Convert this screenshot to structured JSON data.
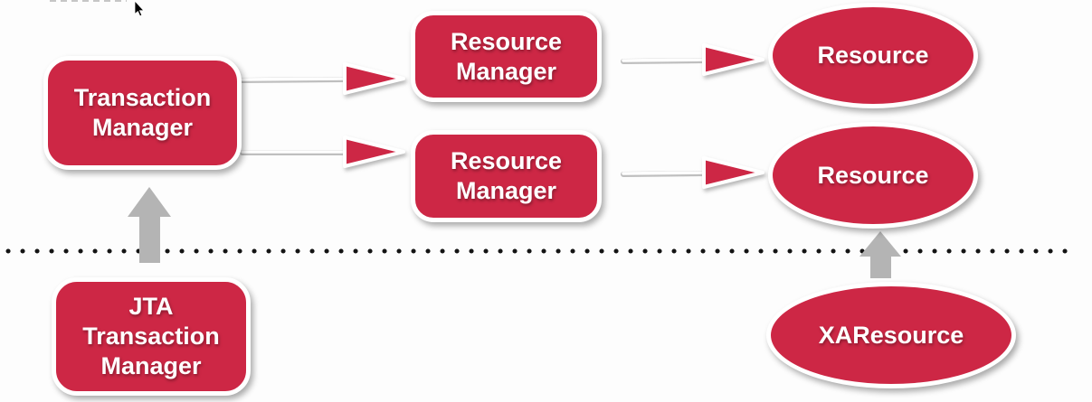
{
  "diagram": {
    "colors": {
      "node_red": "#CD2745",
      "node_border": "#ffffff",
      "arrow_gray": "#b4b4b4",
      "dot_black": "#141414",
      "label_white": "#ffffff"
    },
    "nodes": [
      {
        "id": "transaction-manager",
        "shape": "rounded-rect",
        "label": "Transaction\nManager"
      },
      {
        "id": "resource-manager-1",
        "shape": "rounded-rect",
        "label": "Resource\nManager"
      },
      {
        "id": "resource-manager-2",
        "shape": "rounded-rect",
        "label": "Resource\nManager"
      },
      {
        "id": "resource-1",
        "shape": "ellipse",
        "label": "Resource"
      },
      {
        "id": "resource-2",
        "shape": "ellipse",
        "label": "Resource"
      },
      {
        "id": "jta-transaction-manager",
        "shape": "rounded-rect",
        "label": "JTA\nTransaction\nManager"
      },
      {
        "id": "xa-resource",
        "shape": "ellipse",
        "label": "XAResource"
      }
    ],
    "edges": [
      {
        "from": "transaction-manager",
        "to": "resource-manager-1",
        "style": "red-outlined-arrow"
      },
      {
        "from": "transaction-manager",
        "to": "resource-manager-2",
        "style": "red-outlined-arrow"
      },
      {
        "from": "resource-manager-1",
        "to": "resource-1",
        "style": "red-outlined-arrow"
      },
      {
        "from": "resource-manager-2",
        "to": "resource-2",
        "style": "red-outlined-arrow"
      },
      {
        "from": "jta-transaction-manager",
        "to": "transaction-manager",
        "style": "gray-block-arrow"
      },
      {
        "from": "xa-resource",
        "to": "resource-2",
        "style": "gray-block-arrow"
      }
    ],
    "boundary": {
      "style": "dotted-horizontal-line"
    },
    "cursor": "pointer-arrow"
  }
}
